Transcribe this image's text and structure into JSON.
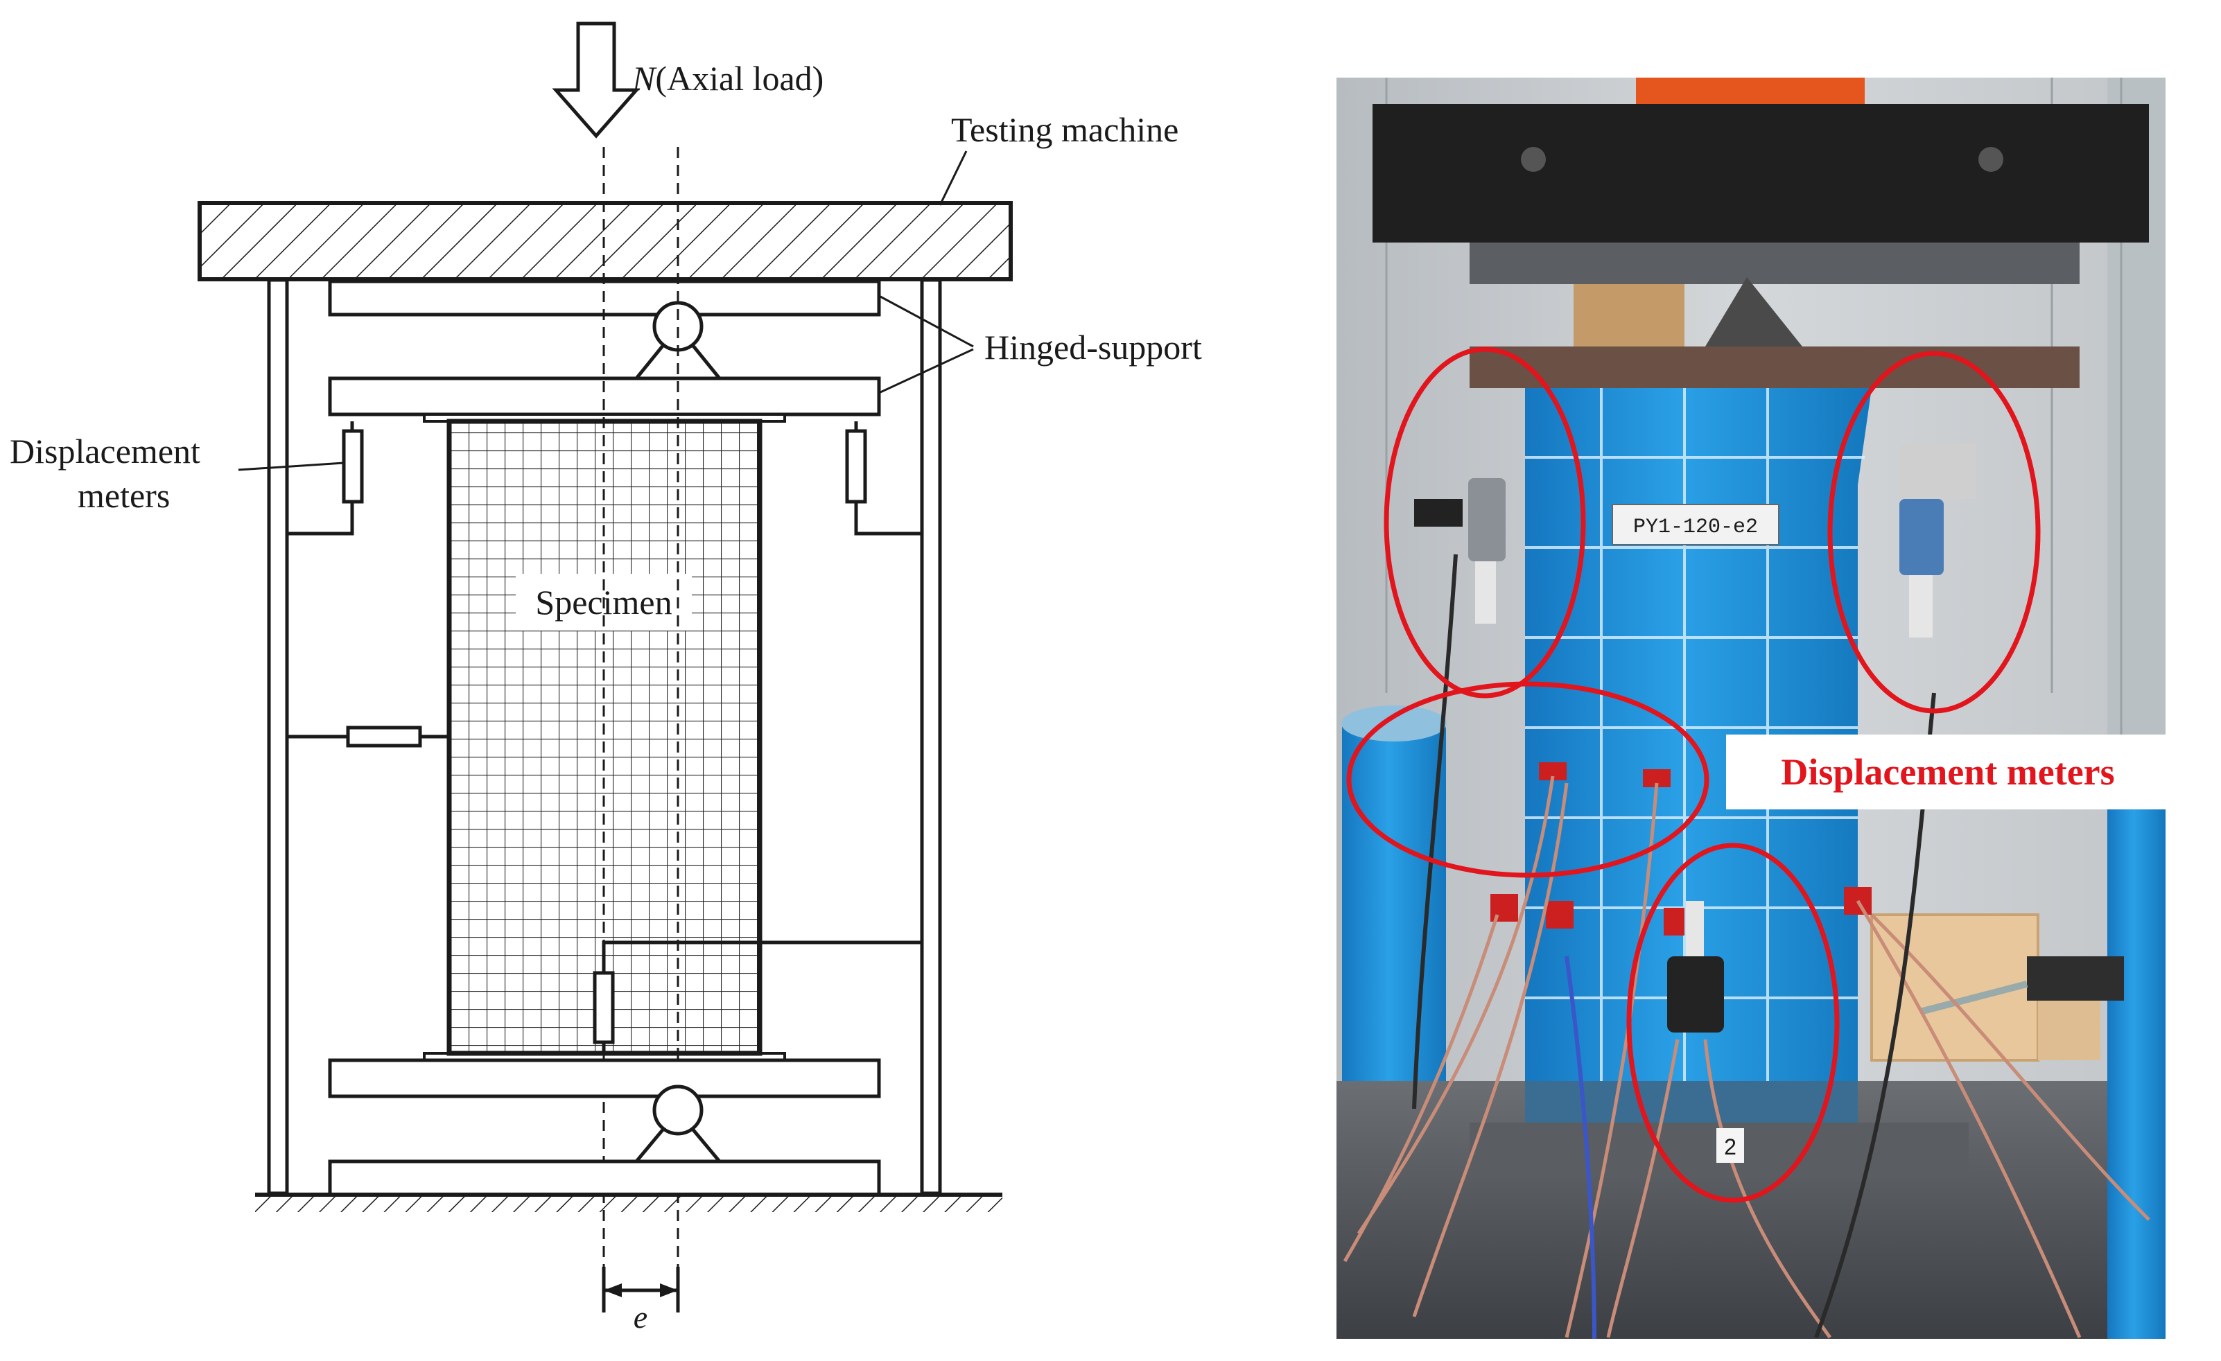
{
  "schematic": {
    "axial_load_symbol": "N",
    "axial_load_text": "(Axial load)",
    "testing_machine_label": "Testing machine",
    "hinged_support_label": "Hinged-support",
    "displacement_meters_line1": "Displacement",
    "displacement_meters_line2": "meters",
    "specimen_label": "Specimen",
    "eccentricity_label": "e"
  },
  "photo": {
    "specimen_tag": "PY1-120-e2",
    "callout_label": "Displacement meters",
    "small_tag": "2",
    "colors": {
      "callout_ellipse": "#e2141c",
      "specimen_wrap": "#1f8fd6",
      "machine_platen": "#1c1c1c",
      "wall": "#c9cccf"
    }
  }
}
